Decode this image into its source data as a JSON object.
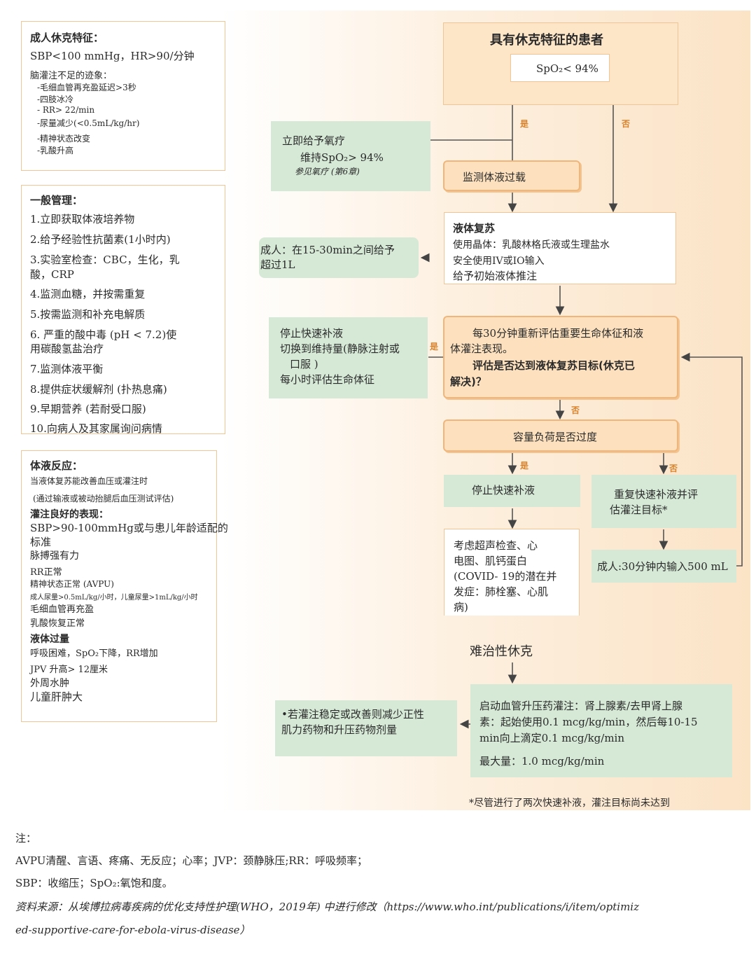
{
  "shock_features": {
    "title": "成人休克特征：",
    "vitals": "SBP<100 mmHg，HR>90/分钟",
    "perfusion_title": "脑灌注不足的迹象：",
    "items": [
      "-毛细血管再充盈延迟>3秒",
      "-四肢冰冷",
      "- RR> 22/min",
      "-尿量减少(<0.5mL/kg/hr)",
      "-精神状态改变",
      "-乳酸升高"
    ]
  },
  "general_management": {
    "title": "一般管理：",
    "items": [
      "1.立即获取体液培养物",
      "2.给予经验性抗菌素(1小时内)",
      "3.实验室检查：CBC，生化，乳",
      "酸，CRP",
      "4.监测血糖，并按需重复",
      "5.按需监测和补充电解质",
      "6. 严重的酸中毒 (pH < 7.2)使",
      "用碳酸氢盐治疗",
      "7.监测体液平衡",
      "8.提供症状缓解剂 (扑热息痛)",
      "9.早期营养 (若耐受口服)",
      "10.向病人及其家属询问病情"
    ]
  },
  "fluid_response": {
    "title": "体液反应：",
    "line1": "当液体复苏能改善血压或灌注时",
    "line2": "(通过输液或被动抬腿后血压测试评估)",
    "good_title": "灌注良好的表现：",
    "good_items": [
      "SBP>90-100mmHg或与患儿年龄适配的",
      "标准",
      "脉搏强有力",
      "RR正常",
      "精神状态正常 (AVPU)",
      "成人尿量>0.5mL/kg/小时，儿童尿量>1mL/kg/小时",
      "毛细血管再充盈",
      "乳酸恢复正常"
    ],
    "overload_title": "液体过量",
    "overload_items": [
      "呼吸困难，SpO₂下降，RR增加",
      "JPV 升高> 12厘米",
      "外周水肿",
      "儿童肝肿大"
    ]
  },
  "flow": {
    "patient_title": "具有休克特征的患者",
    "spo2_cond": "SpO₂< 94%",
    "yes": "是",
    "no": "否",
    "oxygen_line1": "立即给予氧疗",
    "oxygen_line2": "维持SpO₂> 94%",
    "oxygen_line3": "参见氧疗 (第6章)",
    "monitor_overload": "监测体液过载",
    "resus_title": "液体复苏",
    "resus_line1": "使用晶体：乳酸林格氏液或生理盐水",
    "resus_line2": "安全使用IV或IO输入",
    "resus_line3": "给予初始液体推注",
    "adult_bolus_line1": "成人：在15-30min之间给予",
    "adult_bolus_line2": "超过1L",
    "reassess_line1": "每30分钟重新评估重要生命体征和液",
    "reassess_line2": "体灌注表现。",
    "reassess_line3": "评估是否达到液体复苏目标(休克已",
    "reassess_line4": "解决)？",
    "stop_line1": "停止快速补液",
    "stop_line2": "切换到维持量(静脉注射或",
    "stop_line3": "口服 )",
    "stop_line4": "每小时评估生命体征",
    "overload_q": "容量负荷是否过度",
    "stop_bolus": "停止快速补液",
    "repeat_line1": "重复快速补液并评",
    "repeat_line2": "估灌注目标*",
    "consider_line1": "考虑超声检查、心",
    "consider_line2": "电图、肌钙蛋白",
    "consider_line3": "(COVID- 19的潜在并",
    "consider_line4": "发症：肺栓塞、心肌",
    "consider_line5": "病)",
    "adult_500": "成人:30分钟内输入500 mL",
    "refractory": "难治性休克",
    "vaso_line1": "启动血管升压药灌注：肾上腺素/去甲肾上腺",
    "vaso_line2": "素：起始使用0.1 mcg/kg/min，然后每10-15",
    "vaso_line3": "min向上滴定0.1 mcg/kg/min",
    "vaso_line4": "最大量：1.0 mcg/kg/min",
    "reduce_line1": "•若灌注稳定或改善则减少正性",
    "reduce_line2": "肌力药物和升压药物剂量",
    "footnote": "*尽管进行了两次快速补液，灌注目标尚未达到"
  },
  "notes": {
    "label": "注：",
    "line1": "AVPU清醒、言语、疼痛、无反应；心率；JVP：颈静脉压;RR：呼吸频率；",
    "line2": "SBP：收缩压；SpO₂:氧饱和度。",
    "source1": "资料来源：从埃博拉病毒疾病的优化支持性护理(WHO，2019年) 中进行修改（https://www.who.int/publications/i/item/optimiz",
    "source2": "ed-supportive-care-for-ebola-virus-disease）"
  }
}
